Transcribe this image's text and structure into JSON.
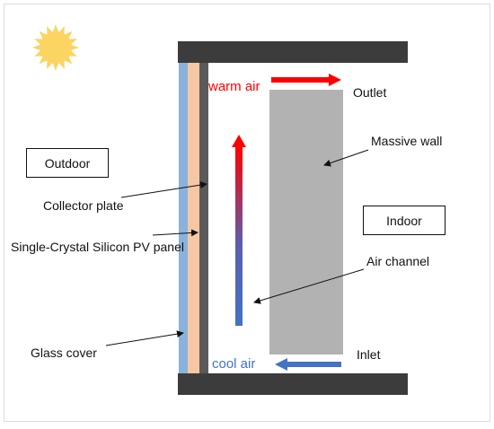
{
  "labels": {
    "outdoor": "Outdoor",
    "indoor": "Indoor",
    "collector_plate": "Collector  plate",
    "pv_panel": "Single-Crystal Silicon PV panel",
    "glass_cover": "Glass cover",
    "warm_air": "warm air",
    "cool_air": "cool air",
    "outlet": "Outlet",
    "inlet": "Inlet",
    "massive_wall": "Massive wall",
    "air_channel": "Air channel"
  },
  "colors": {
    "sun": "#fbd462",
    "frame": "#3c3c3c",
    "glass": "#8ab2dc",
    "pv": "#f5c7a3",
    "collector": "#5a5a5a",
    "wall": "#b2b2b2",
    "warm": "#ff0000",
    "cool": "#4472c4"
  },
  "icons": {
    "sun": "sun-icon"
  }
}
